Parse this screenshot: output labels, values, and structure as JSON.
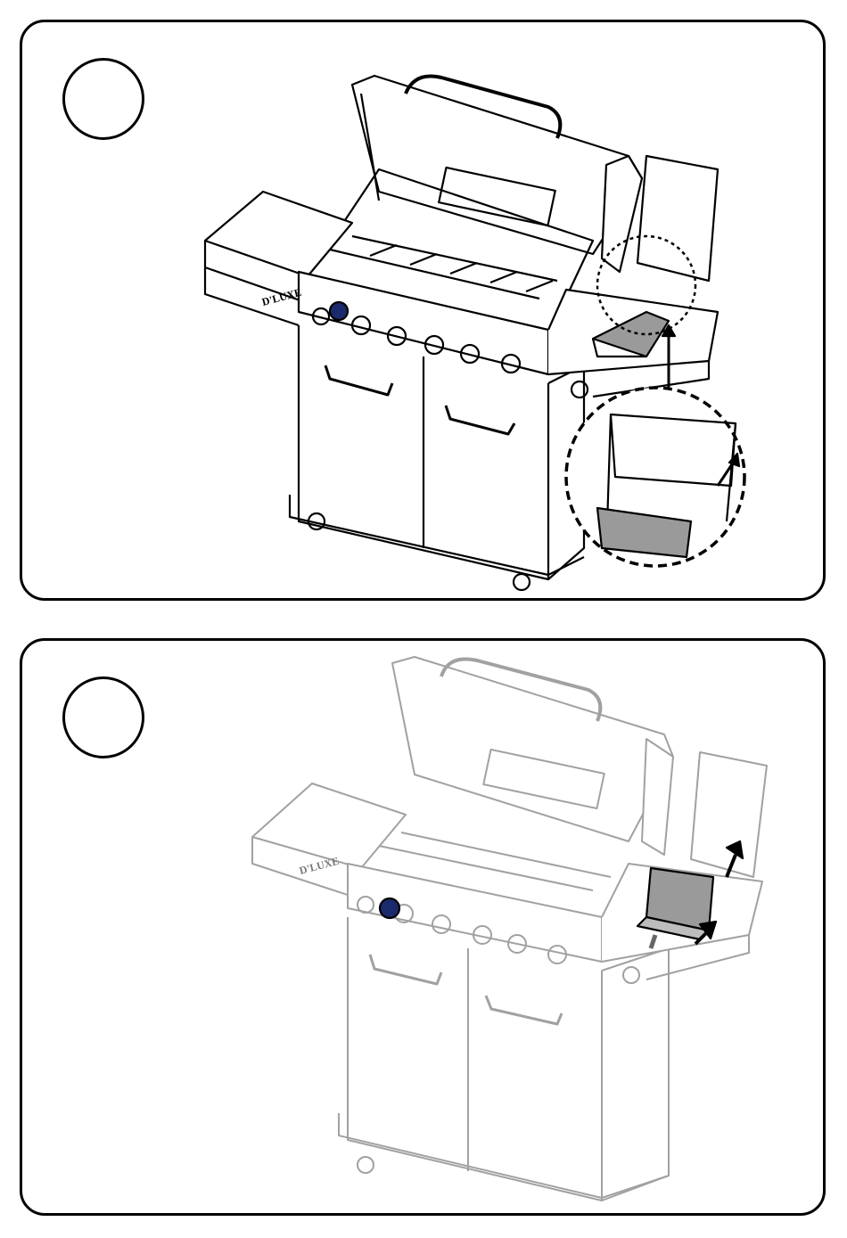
{
  "panels": [
    {
      "step_number": "",
      "brand_logo": "D'LUXE",
      "illustration": "grill-remove-side-burner-cover",
      "highlight_color": "#9a9a9a"
    },
    {
      "step_number": "",
      "brand_logo": "D'LUXE",
      "illustration": "grill-lift-side-burner-plate",
      "highlight_color": "#9a9a9a"
    }
  ],
  "colors": {
    "stroke": "#000000",
    "faded_stroke": "#8a8a8a",
    "accent_knob": "#1a2a6a"
  }
}
